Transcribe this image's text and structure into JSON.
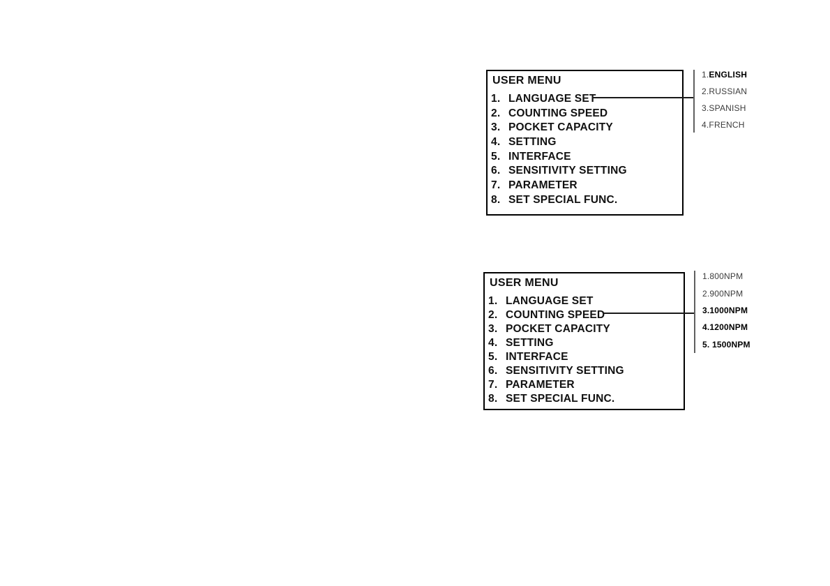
{
  "figures": [
    {
      "menu": {
        "title": "USER MENU",
        "items": [
          {
            "no": "1.",
            "label": "LANGUAGE SET"
          },
          {
            "no": "2.",
            "label": "COUNTING SPEED"
          },
          {
            "no": "3.",
            "label": "POCKET CAPACITY"
          },
          {
            "no": "4.",
            "label": "SETTING"
          },
          {
            "no": "5.",
            "label": "INTERFACE"
          },
          {
            "no": "6.",
            "label": "SENSITIVITY SETTING"
          },
          {
            "no": "7.",
            "label": "PARAMETER"
          },
          {
            "no": "8.",
            "label": "SET SPECIAL FUNC."
          }
        ]
      },
      "callout_source": "LANGUAGE SET",
      "options": {
        "items": [
          {
            "no": "1.",
            "label": "ENGLISH"
          },
          {
            "no": "2.",
            "label": "RUSSIAN"
          },
          {
            "no": "3.",
            "label": "SPANISH"
          },
          {
            "no": "4.",
            "label": "FRENCH"
          }
        ]
      }
    },
    {
      "menu": {
        "title": "USER MENU",
        "items": [
          {
            "no": "1.",
            "label": "LANGUAGE SET"
          },
          {
            "no": "2.",
            "label": "COUNTING SPEED"
          },
          {
            "no": "3.",
            "label": "POCKET CAPACITY"
          },
          {
            "no": "4.",
            "label": "SETTING"
          },
          {
            "no": "5.",
            "label": "INTERFACE"
          },
          {
            "no": "6.",
            "label": "SENSITIVITY SETTING"
          },
          {
            "no": "7.",
            "label": "PARAMETER"
          },
          {
            "no": "8.",
            "label": "SET SPECIAL FUNC."
          }
        ]
      },
      "callout_source": "COUNTING SPEED",
      "options": {
        "items": [
          {
            "no": "1.",
            "label": "800NPM"
          },
          {
            "no": "2.",
            "label": "900NPM"
          },
          {
            "no": "3.",
            "label": "1000NPM"
          },
          {
            "no": "4.",
            "label": "1200NPM"
          },
          {
            "no": "5. ",
            "label": "1500NPM"
          }
        ]
      }
    }
  ],
  "colors": {
    "background": "#ffffff",
    "border": "#000000",
    "menu_text": "#111111",
    "callout_line": "#5f5f5f"
  }
}
